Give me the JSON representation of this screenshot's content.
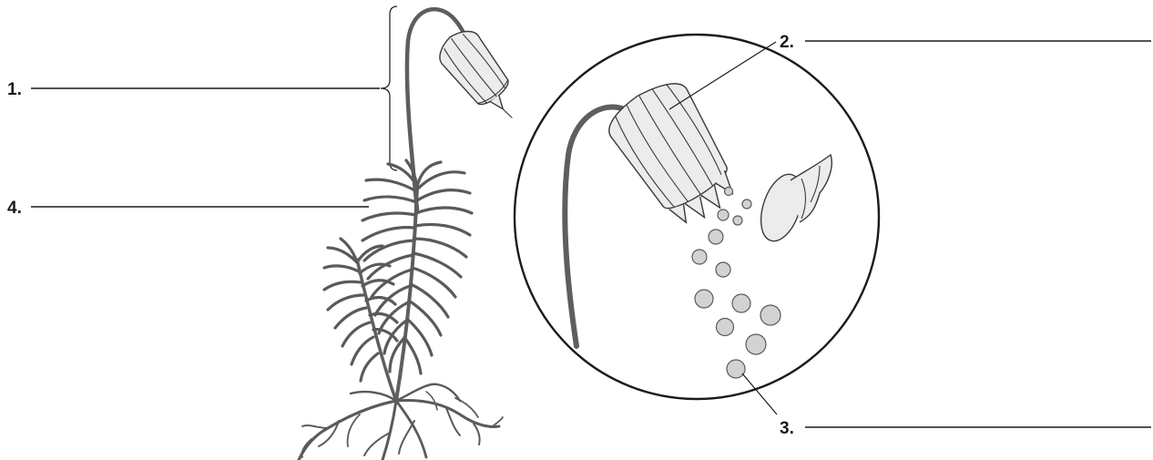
{
  "labels": {
    "one": "1.",
    "two": "2.",
    "three": "3.",
    "four": "4."
  }
}
